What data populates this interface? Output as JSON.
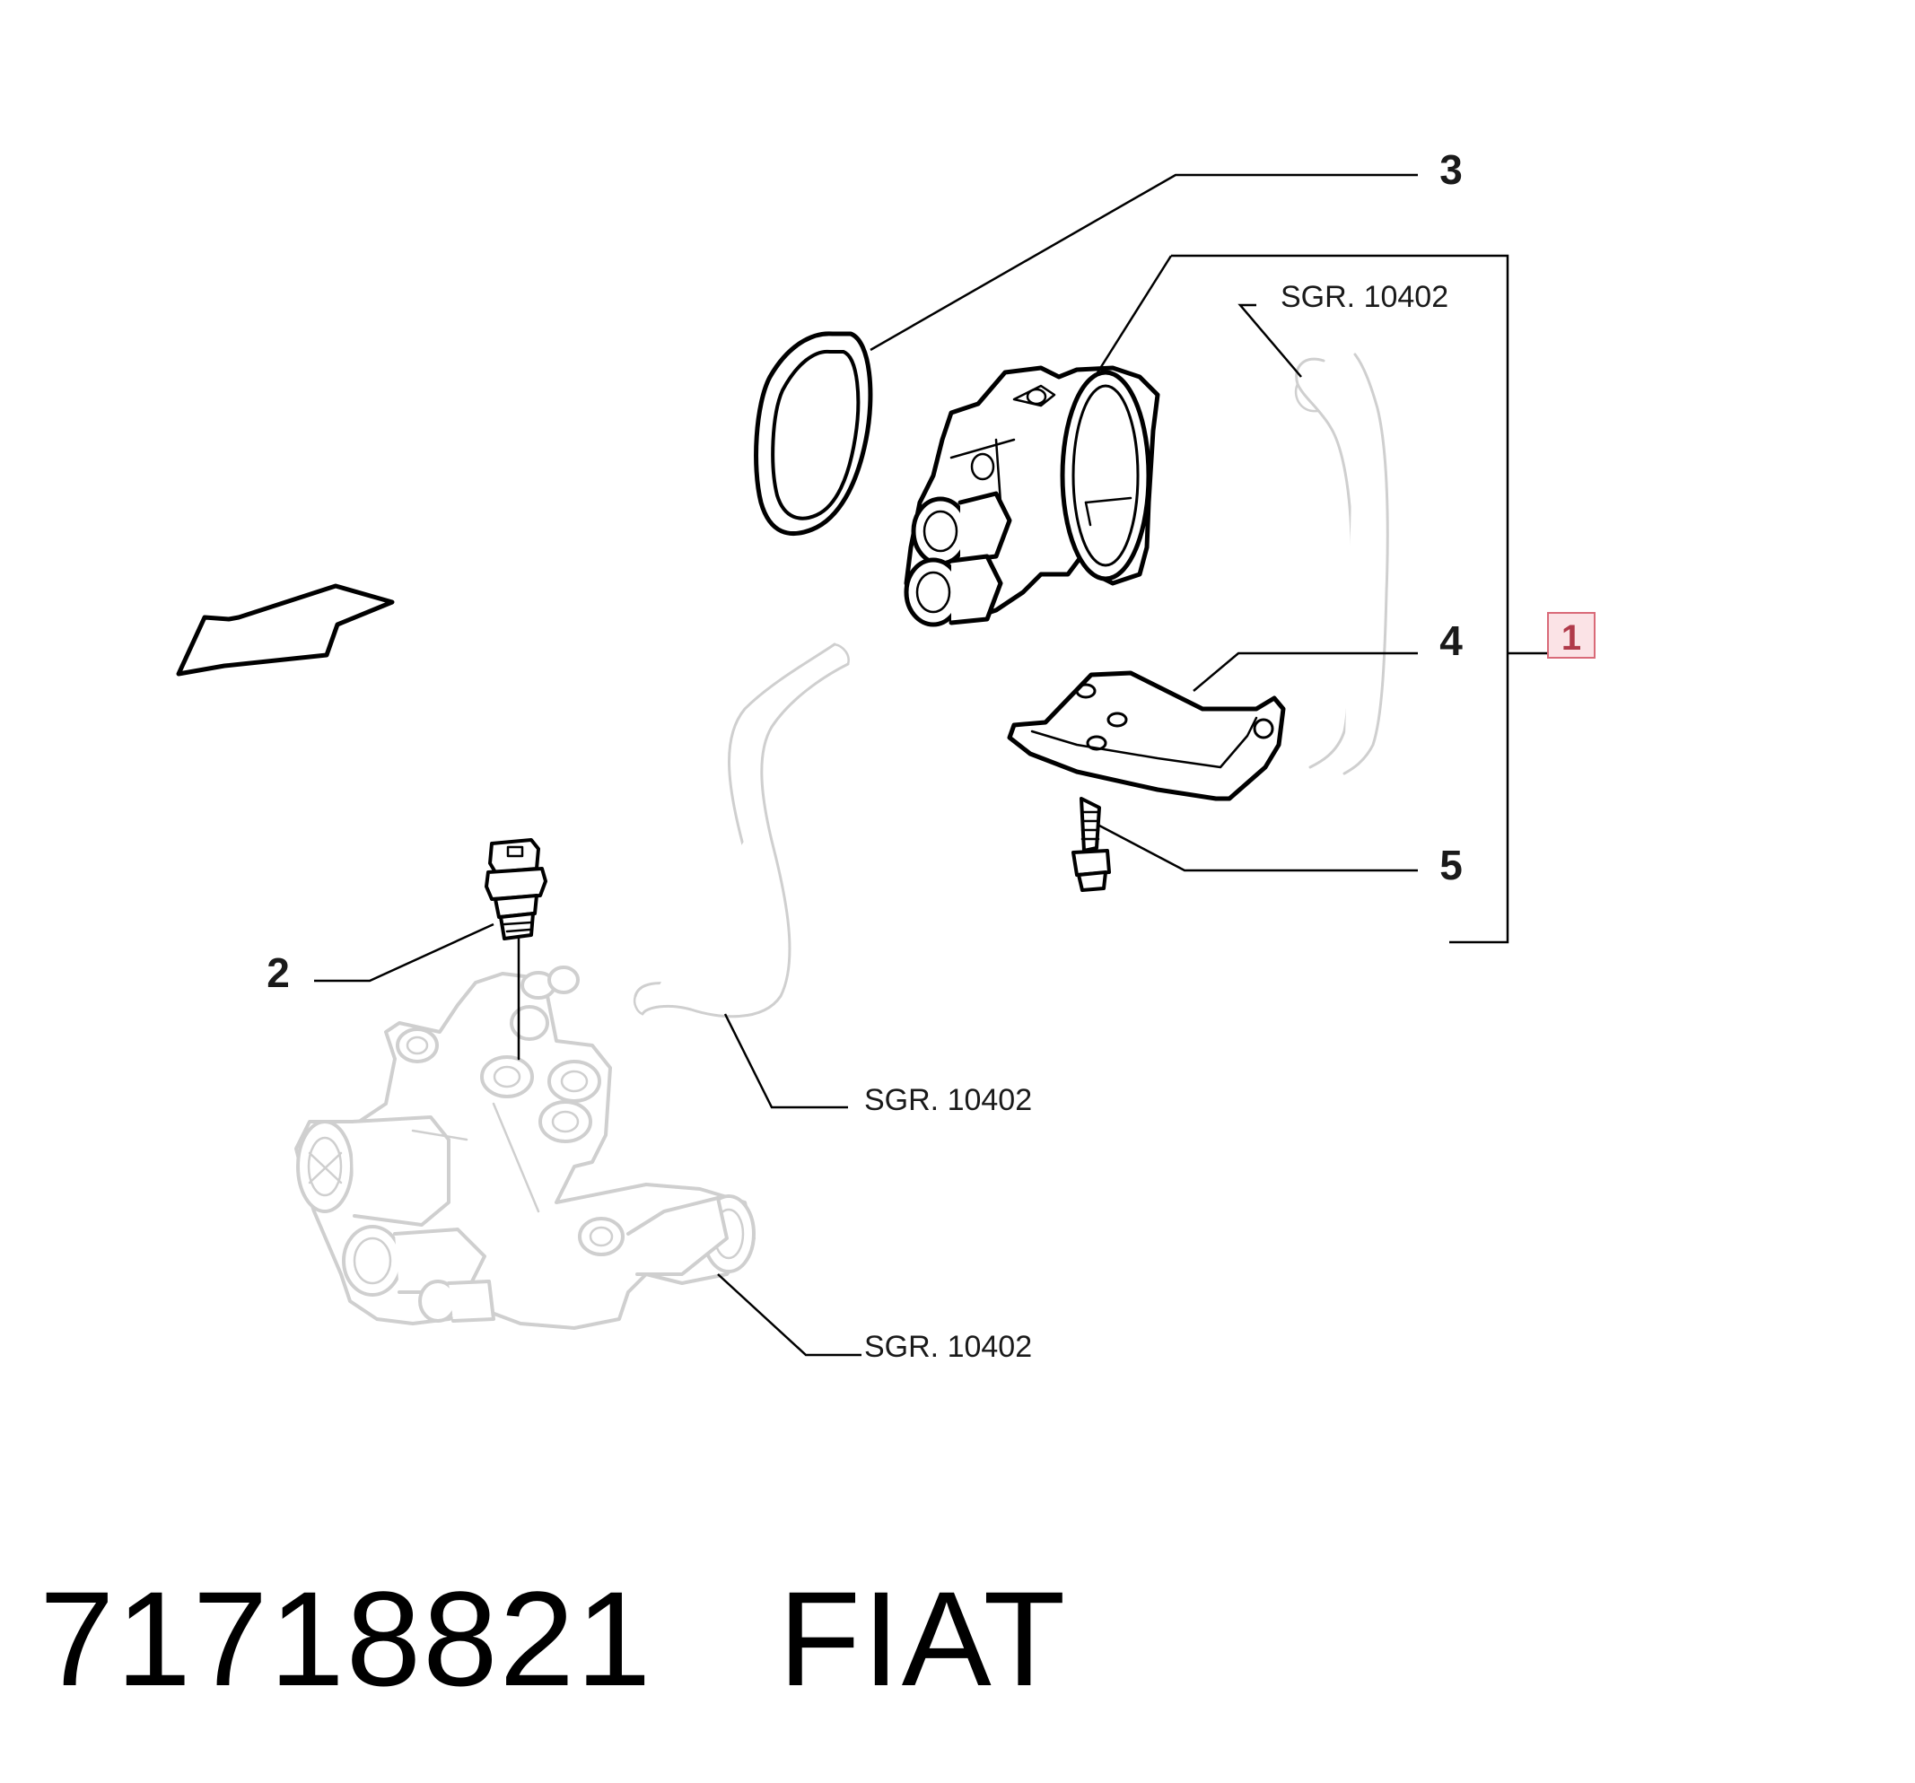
{
  "callouts": {
    "c1": "1",
    "c2": "2",
    "c3": "3",
    "c4": "4",
    "c5": "5"
  },
  "references": {
    "hose_top": "SGR. 10402",
    "hose_mid": "SGR. 10402",
    "thermostat": "SGR. 10402"
  },
  "footer": {
    "part_number": "71718821",
    "brand": "FIAT"
  },
  "colors": {
    "callout_1_box": "#d96a78",
    "callout_1_fill": "#fbe3e6",
    "ghost_parts": "#cfcfcf"
  }
}
